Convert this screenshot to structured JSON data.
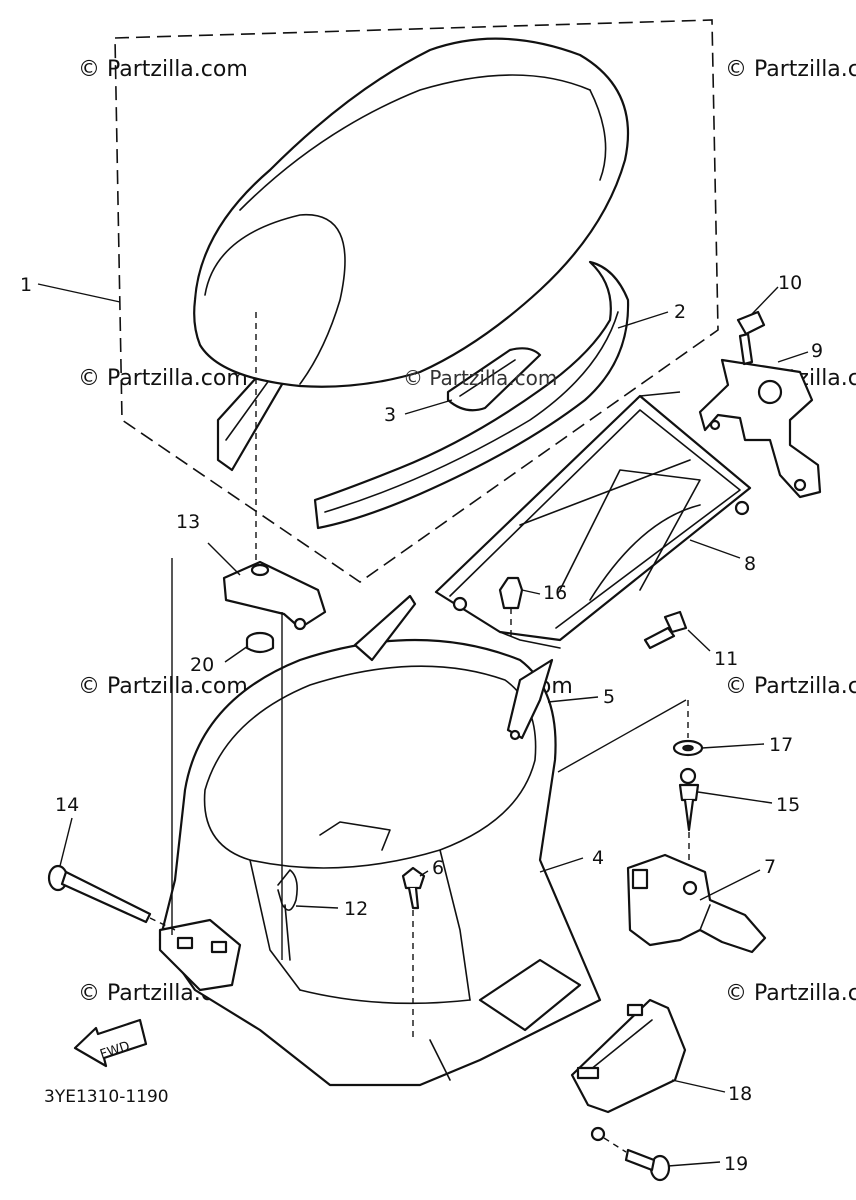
{
  "watermark": "© Partzilla.com",
  "diagram_code": "3YE1310-1190",
  "fwd_label": "FWD",
  "parts": [
    {
      "num": "1"
    },
    {
      "num": "2"
    },
    {
      "num": "3"
    },
    {
      "num": "4"
    },
    {
      "num": "5"
    },
    {
      "num": "6"
    },
    {
      "num": "7"
    },
    {
      "num": "8"
    },
    {
      "num": "9"
    },
    {
      "num": "10"
    },
    {
      "num": "11"
    },
    {
      "num": "12"
    },
    {
      "num": "13"
    },
    {
      "num": "14"
    },
    {
      "num": "15"
    },
    {
      "num": "16"
    },
    {
      "num": "17"
    },
    {
      "num": "18"
    },
    {
      "num": "19"
    },
    {
      "num": "20"
    }
  ]
}
